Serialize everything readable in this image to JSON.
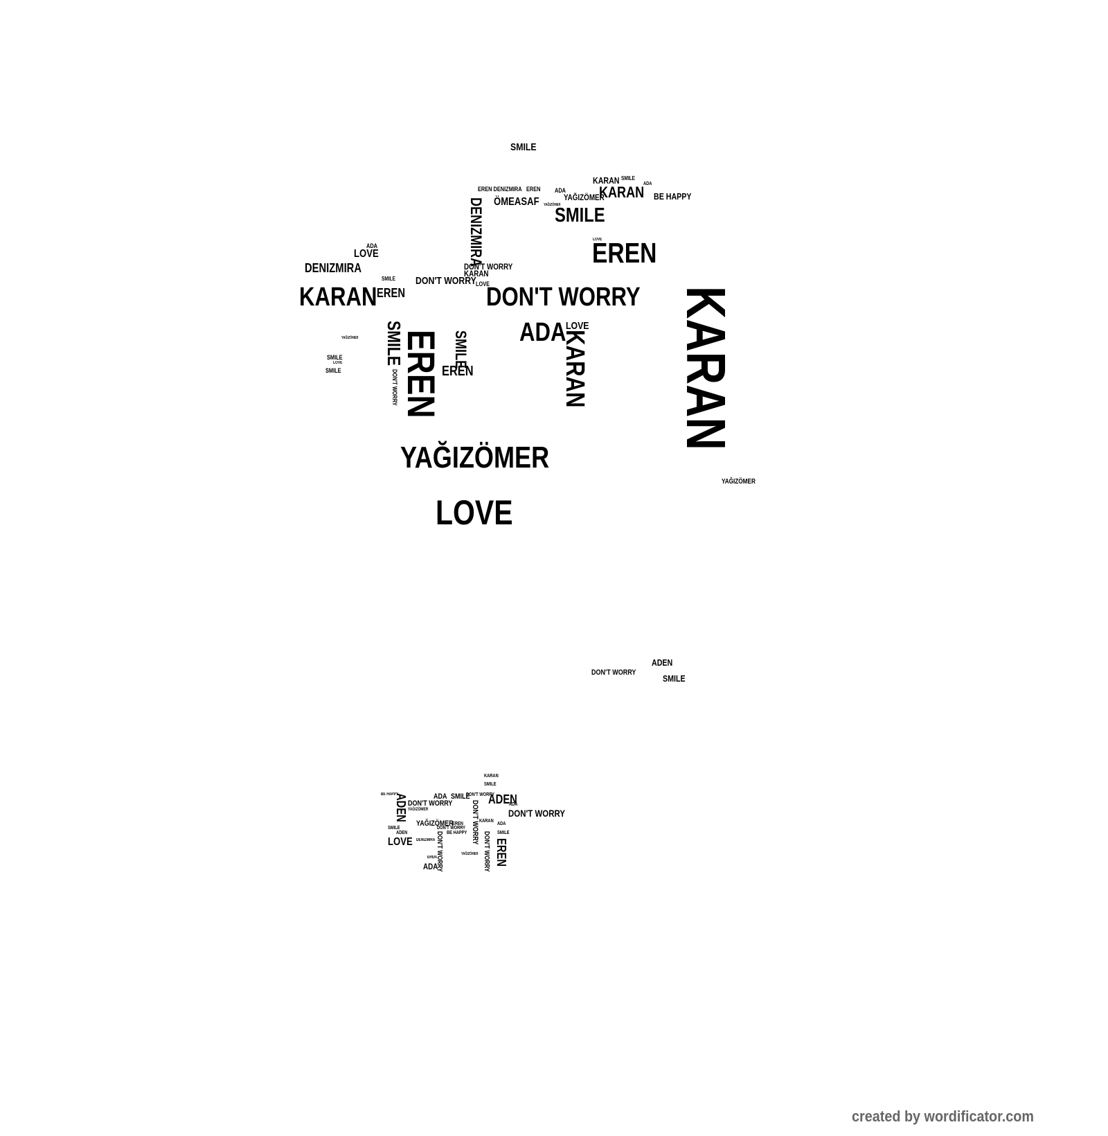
{
  "watermark": "created by wordificator.com",
  "words": [
    "SMILE",
    "KARAN",
    "SMILE",
    "ADA",
    "EREN DENIZMIRA",
    "EREN",
    "ADA",
    "YAĞIZÖMER",
    "KARAN",
    "BE HAPPY",
    "ÖMEASAF",
    "YAĞIZÖMER",
    "SMILE",
    "LOVE",
    "EREN",
    "ADA",
    "LOVE",
    "DENIZMIRA",
    "DON'T WORRY",
    "KARAN",
    "SMILE",
    "DON'T WORRY",
    "LOVE",
    "KARAN",
    "EREN",
    "DON'T WORRY",
    "ADA",
    "LOVE",
    "EREN",
    "SMILE",
    "LOVE",
    "SMILE",
    "YAĞIZÖMER",
    "YAĞIZÖMER",
    "LOVE",
    "YAĞIZÖMER",
    "ADEN",
    "DON'T WORRY",
    "SMILE",
    "DENIZMIRA",
    "KARAN",
    "KARAN",
    "SMILE",
    "EREN",
    "SMILE",
    "DON'T WORRY",
    "KARAN",
    "SMILE",
    "BE HAPPY",
    "ADA",
    "SMILE",
    "DON'T WORRY",
    "ADEN",
    "DON'T WORRY",
    "ADA",
    "DON'T WORRY",
    "YAĞIZÖMER",
    "YAĞIZÖMER",
    "EREN",
    "KARAN",
    "ADA",
    "DON'T WORRY",
    "BE HAPPY",
    "SMILE",
    "ADEN",
    "SMILE",
    "LOVE",
    "DENIZMIRA",
    "EREN",
    "ADA",
    "YAĞIZÖMER",
    "ADEN",
    "DON'T WORRY",
    "DON'T WORRY",
    "DON'T WORRY",
    "EREN"
  ]
}
